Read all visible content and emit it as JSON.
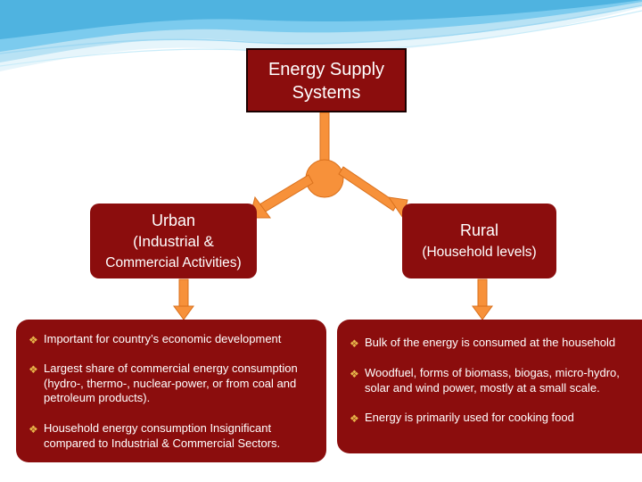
{
  "title": {
    "line1": "Energy Supply",
    "line2": "Systems"
  },
  "urban": {
    "line1": "Urban",
    "line2": "(Industrial &",
    "line3": "Commercial Activities)"
  },
  "rural": {
    "line1": "Rural",
    "line2": "(Household levels)"
  },
  "urban_points": [
    {
      "line1": "Important for country’s economic development"
    },
    {
      "line1": "Largest share of commercial energy consumption",
      "line2": "(hydro-, thermo-, nuclear-power, or from coal and",
      "line3": "petroleum products)."
    },
    {
      "line1": "Household energy consumption Insignificant",
      "line2": "compared to Industrial & Commercial Sectors."
    }
  ],
  "rural_points": [
    {
      "line1": "Bulk of the energy is consumed at the household"
    },
    {
      "line1": "Woodfuel, forms of biomass, biogas, micro-hydro,",
      "line2": "solar and wind power, mostly at a small scale."
    },
    {
      "line1": "Energy is primarily used for cooking food"
    }
  ],
  "colors": {
    "box_fill": "#8b0d0d",
    "arrow_fill": "#f7913a",
    "bullet": "#e8b64a",
    "wave": "#4fb3e0"
  },
  "icons": {
    "bullet": "diamond-bullet-icon"
  }
}
